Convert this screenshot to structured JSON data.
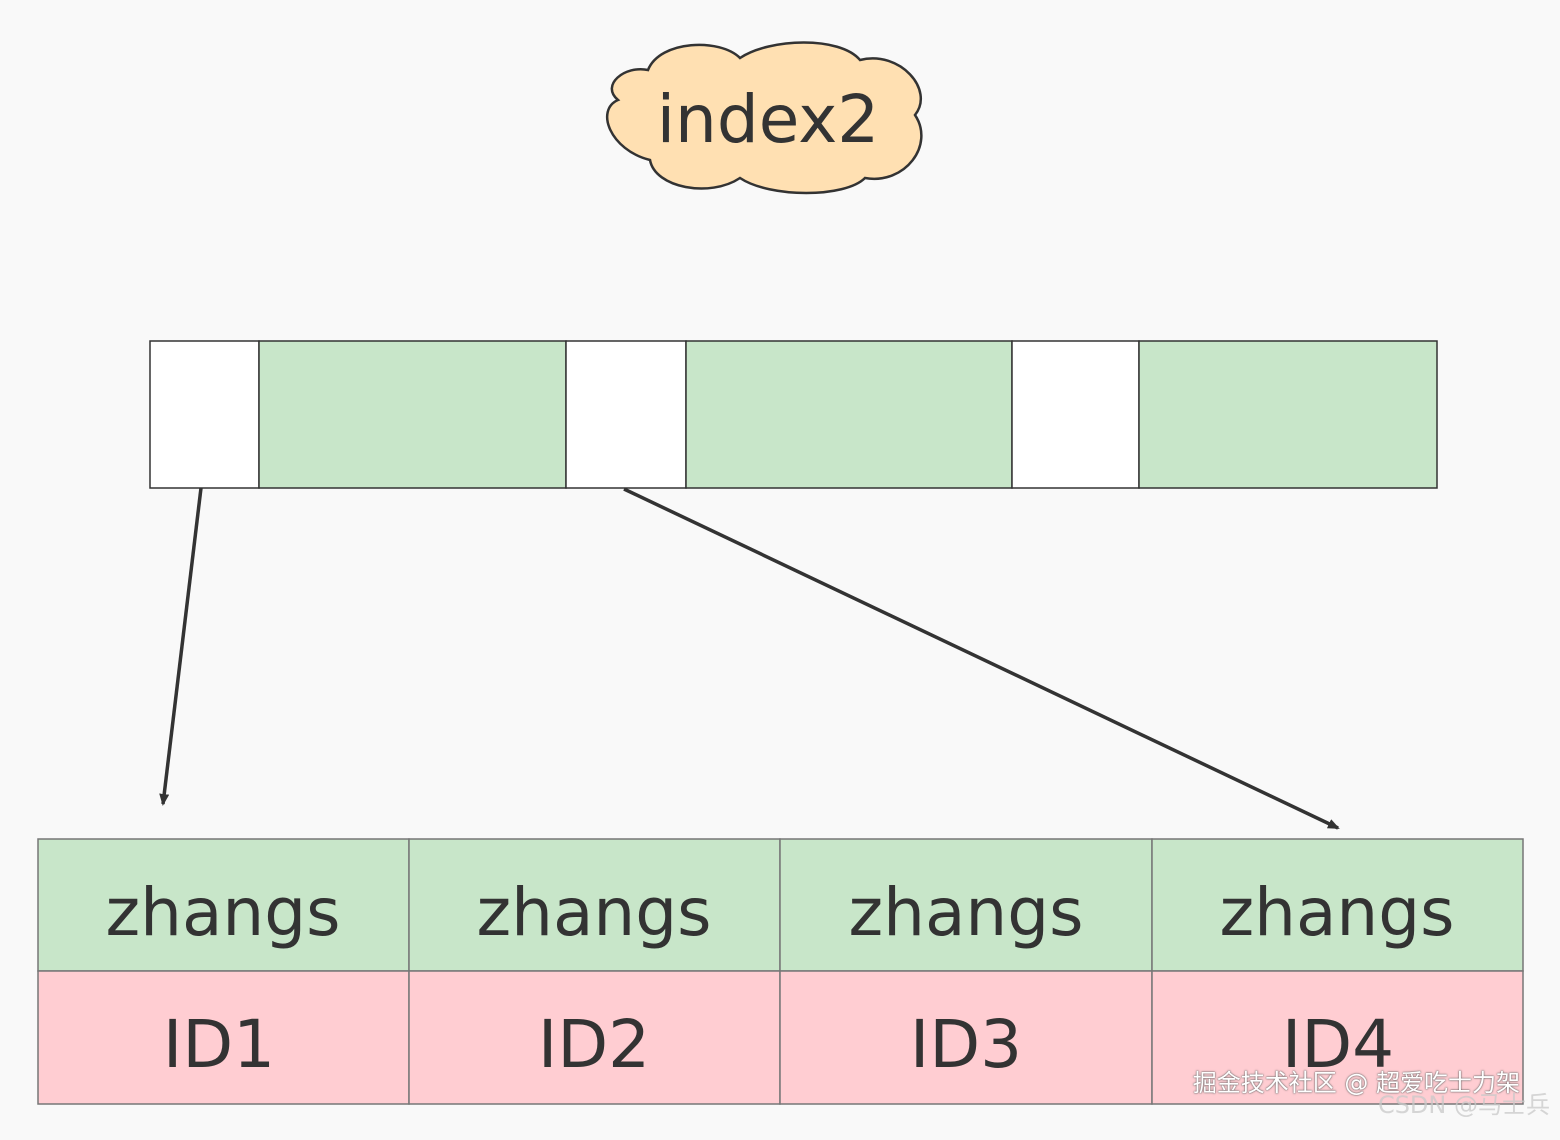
{
  "index_label": "index2",
  "index_node": {
    "slots": [
      {
        "kind": "pointer",
        "color": "#ffffff"
      },
      {
        "kind": "key",
        "color": "#c8e6c9"
      },
      {
        "kind": "pointer",
        "color": "#ffffff"
      },
      {
        "kind": "key",
        "color": "#c8e6c9"
      },
      {
        "kind": "pointer",
        "color": "#ffffff"
      },
      {
        "kind": "key",
        "color": "#c8e6c9"
      }
    ]
  },
  "leaf_node": {
    "keys": [
      "zhangs",
      "zhangs",
      "zhangs",
      "zhangs"
    ],
    "ids": [
      "ID1",
      "ID2",
      "ID3",
      "ID4"
    ],
    "key_color": "#c8e6c9",
    "id_color": "#ffcdd2"
  },
  "cloud_color": "#ffe0b2",
  "watermark": {
    "line1": "掘金技术社区 @ 超爱吃士力架",
    "line2": "CSDN @马士兵"
  }
}
